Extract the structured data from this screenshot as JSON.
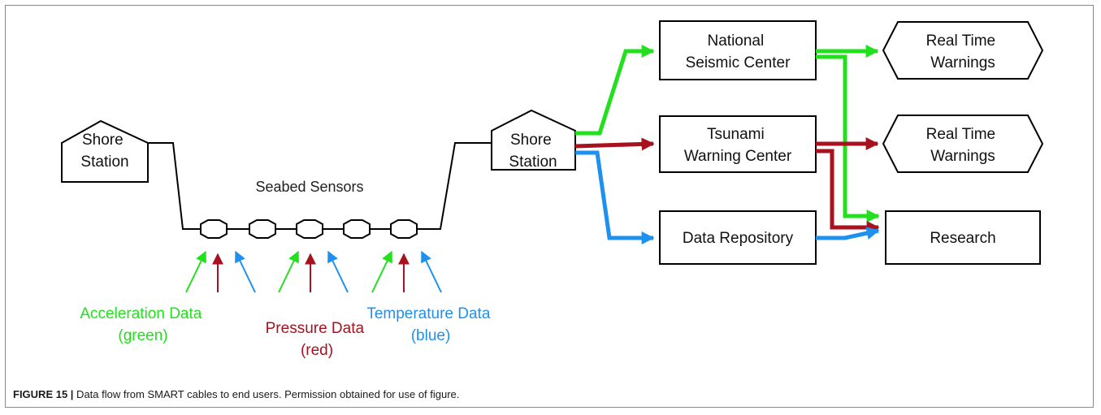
{
  "nodes": {
    "shore_left": [
      "Shore",
      "Station"
    ],
    "shore_right": [
      "Shore",
      "Station"
    ],
    "seismic": [
      "National",
      "Seismic Center"
    ],
    "tsunami": [
      "Tsunami",
      "Warning Center"
    ],
    "repository": [
      "Data Repository"
    ],
    "rt1": [
      "Real Time",
      "Warnings"
    ],
    "rt2": [
      "Real Time",
      "Warnings"
    ],
    "research": [
      "Research"
    ]
  },
  "seabed_label": "Seabed Sensors",
  "legend": {
    "acceleration": [
      "Acceleration Data",
      "(green)"
    ],
    "pressure": [
      "Pressure Data",
      "(red)"
    ],
    "temperature": [
      "Temperature Data",
      "(blue)"
    ]
  },
  "colors": {
    "acceleration": "#22e01e",
    "pressure": "#a8111e",
    "temperature": "#1e90ee",
    "outline": "#000000"
  },
  "caption": {
    "label": "FIGURE 15 |",
    "text": " Data flow from SMART cables to end users. Permission obtained for use of figure."
  }
}
